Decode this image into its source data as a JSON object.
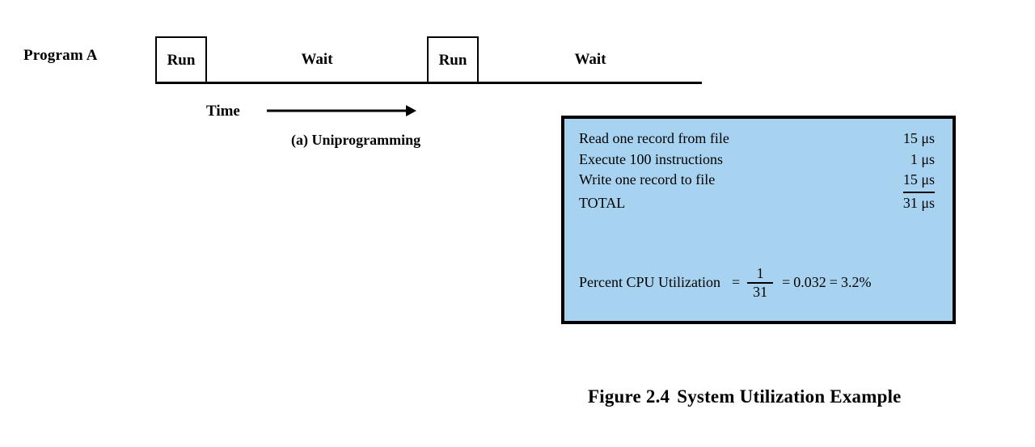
{
  "timeline": {
    "program_label": "Program A",
    "segments": [
      {
        "kind": "run",
        "label": "Run"
      },
      {
        "kind": "wait",
        "label": "Wait"
      },
      {
        "kind": "run",
        "label": "Run"
      },
      {
        "kind": "wait",
        "label": "Wait"
      }
    ],
    "axis": {
      "label": "Time",
      "arrow_icon": "right-arrow-icon"
    },
    "subcaption": "(a) Uniprogramming"
  },
  "calc_panel": {
    "background_color": "#a8d3f0",
    "border_color": "#000000",
    "rows": [
      {
        "label": "Read one record from file",
        "value": "15 μs",
        "underlined": false
      },
      {
        "label": "Execute 100 instructions",
        "value": "1 μs",
        "underlined": false
      },
      {
        "label": "Write one record to file",
        "value": "15 μs",
        "underlined": true
      },
      {
        "label": "TOTAL",
        "value": "31 μs",
        "underlined": false
      }
    ],
    "utilization": {
      "label": "Percent CPU Utilization",
      "eq1": "=",
      "numerator": "1",
      "denominator": "31",
      "eq2": "=",
      "decimal": "0.032",
      "eq3": "=",
      "percent": "3.2%"
    }
  },
  "figure": {
    "number": "Figure 2.4",
    "title": "System Utilization Example"
  }
}
